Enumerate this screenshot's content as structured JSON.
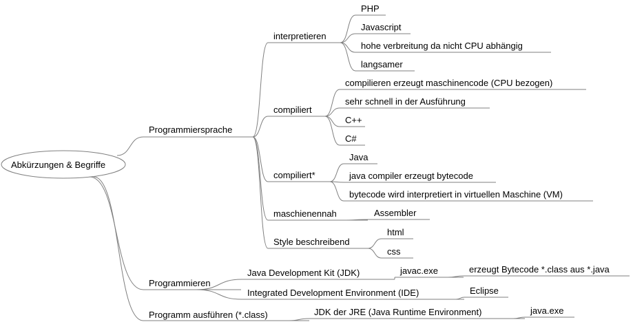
{
  "colors": {
    "line": "#7f7f7f",
    "text": "#000000",
    "background": "#ffffff"
  },
  "root": {
    "label": "Abkürzungen & Begriffe"
  },
  "nodes": {
    "programmiersprache": "Programmiersprache",
    "interpretieren": "interpretieren",
    "php": "PHP",
    "javascript": "Javascript",
    "hohe_verbreitung": "hohe verbreitung da nicht CPU abhängig",
    "langsamer": "langsamer",
    "compiliert": "compiliert",
    "maschinencode": "compilieren erzeugt maschinencode (CPU bezogen)",
    "sehr_schnell": "sehr schnell in der Ausführung",
    "cpp": "C++",
    "csharp": "C#",
    "compiliert_star": "compiliert*",
    "java": "Java",
    "bytecode": "java compiler erzeugt bytecode",
    "vm": "bytecode wird interpretiert in virtuellen Maschine (VM)",
    "maschienennah": "maschienennah",
    "assembler": "Assembler",
    "style": "Style beschreibend",
    "html": "html",
    "css": "css",
    "programmieren": "Programmieren",
    "jdk": "Java Development Kit (JDK)",
    "javac": "javac.exe",
    "erzeugt_bytecode": "erzeugt Bytecode *.class aus *.java",
    "ide": "Integrated Development Environment (IDE)",
    "eclipse": "Eclipse",
    "programm_ausfuehren": "Programm ausführen (*.class)",
    "jre": "JDK der JRE (Java Runtime Environment)",
    "java_exe": "java.exe"
  }
}
